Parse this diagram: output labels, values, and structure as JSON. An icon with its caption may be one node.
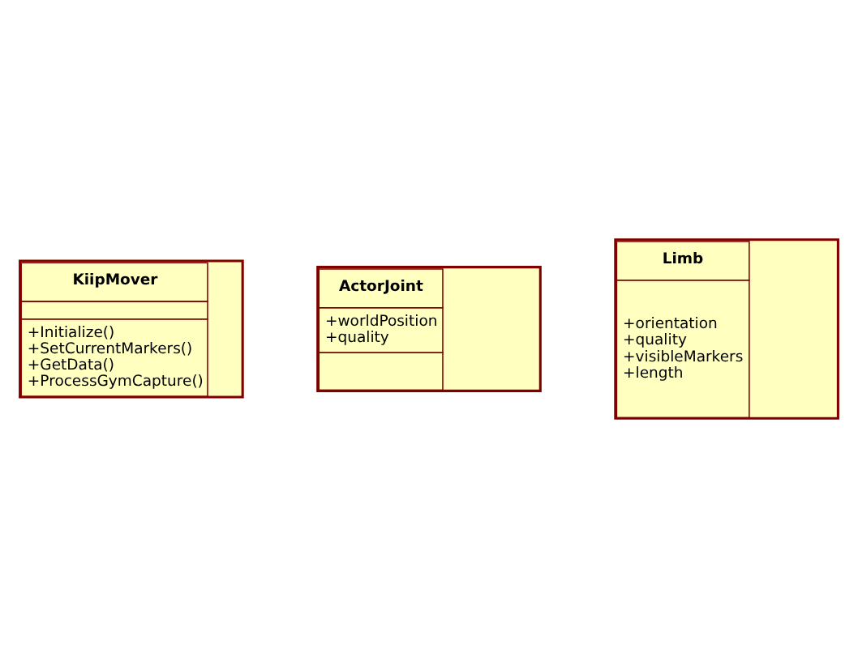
{
  "diagram": {
    "nodes": [
      {
        "text": [
          "KiipMover",
          "+Initialize()",
          "+SetCurrentMarkers()",
          "+GetData()",
          "+ProcessGymCapture()"
        ]
      },
      {
        "text": [
          "ActorJoint",
          "+worldPosition",
          "+quality"
        ]
      },
      {
        "text": [
          "Limb",
          "+orientation",
          "+quality",
          "+visibleMarkers",
          "+length"
        ]
      }
    ]
  }
}
